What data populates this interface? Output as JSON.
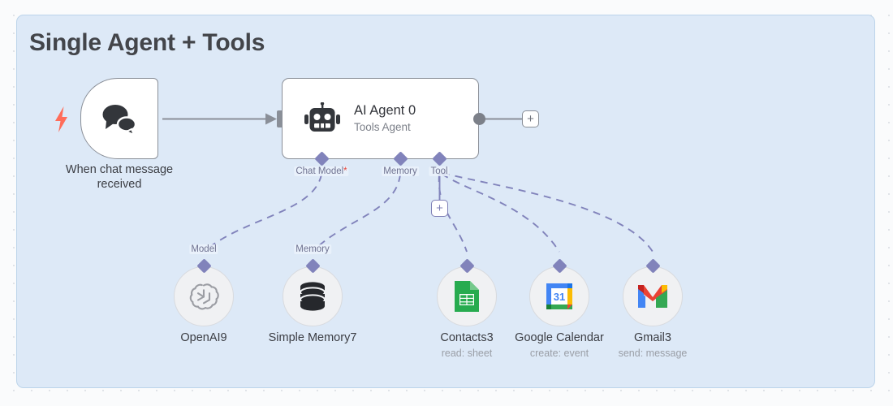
{
  "canvas": {
    "background_color": "#fafbfc",
    "grid": "dot-grid"
  },
  "sticky_note": {
    "title": "Single Agent + Tools",
    "background_color": "#dde9f7",
    "border_color": "#bcd4ea"
  },
  "trigger_node": {
    "label_line1": "When chat message",
    "label_line2": "received",
    "icon": "chat-bubbles-icon",
    "badge_icon": "lightning-bolt-icon",
    "badge_color": "#ff6d5a"
  },
  "agent_node": {
    "title": "AI Agent 0",
    "subtitle": "Tools Agent",
    "icon": "robot-icon",
    "connectors": [
      {
        "label": "Chat Model",
        "required": true,
        "required_mark": "*"
      },
      {
        "label": "Memory",
        "required": false,
        "required_mark": ""
      },
      {
        "label": "Tool",
        "required": false,
        "required_mark": ""
      }
    ]
  },
  "buttons": {
    "add_main_label": "+",
    "add_tool_label": "+"
  },
  "sub_nodes": [
    {
      "name": "OpenAI9",
      "top_label": "Model",
      "subtitle": "",
      "icon": "openai-icon"
    },
    {
      "name": "Simple Memory7",
      "top_label": "Memory",
      "subtitle": "",
      "icon": "database-icon"
    },
    {
      "name": "Contacts3",
      "top_label": "",
      "subtitle": "read: sheet",
      "icon": "google-sheets-icon"
    },
    {
      "name": "Google Calendar",
      "top_label": "",
      "subtitle": "create: event",
      "icon": "google-calendar-icon"
    },
    {
      "name": "Gmail3",
      "top_label": "",
      "subtitle": "send: message",
      "icon": "gmail-icon"
    }
  ],
  "colors": {
    "accent_purple": "#8183bb",
    "node_border": "#8a8f98",
    "edge_gray": "#8a8f98",
    "required_red": "#e8493f"
  }
}
